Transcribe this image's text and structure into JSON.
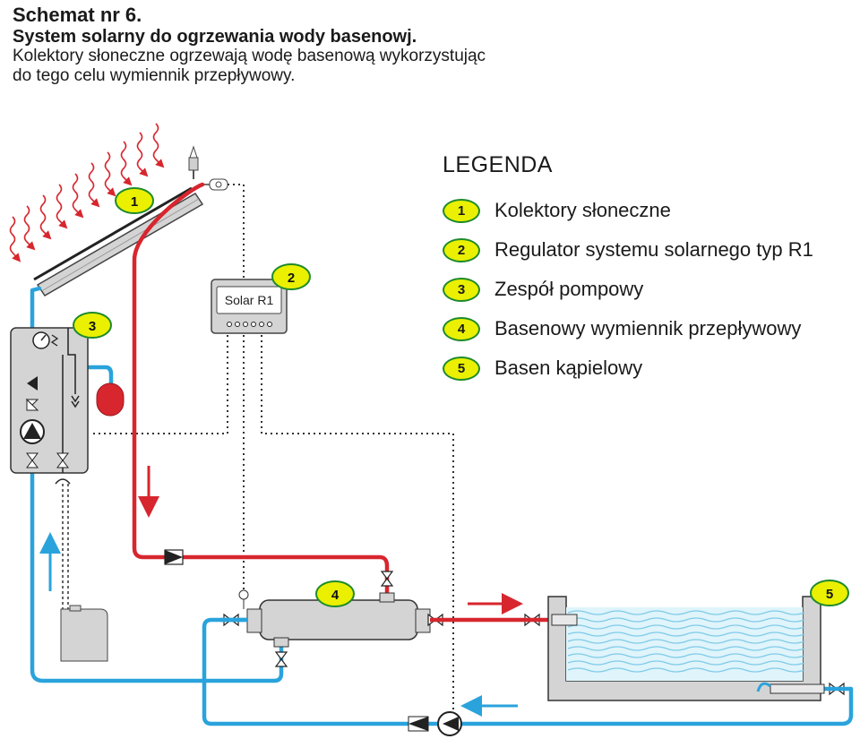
{
  "header": {
    "title": "Schemat nr 6.",
    "subtitle": "System solarny do ogrzewania wody basenowj.",
    "description_line1": "Kolektory słoneczne ogrzewają wodę basenową wykorzystując",
    "description_line2": "do tego celu wymiennik przepływowy."
  },
  "legend": {
    "title": "LEGENDA",
    "items": [
      {
        "number": "1",
        "label": "Kolektory słoneczne"
      },
      {
        "number": "2",
        "label": "Regulator systemu solarnego typ R1"
      },
      {
        "number": "3",
        "label": "Zespół pompowy"
      },
      {
        "number": "4",
        "label": "Basenowy wymiennik przepływowy"
      },
      {
        "number": "5",
        "label": "Basen kąpielowy"
      }
    ]
  },
  "diagram": {
    "controller_label": "Solar R1",
    "markers": [
      "1",
      "2",
      "3",
      "4",
      "5"
    ]
  },
  "colors": {
    "hot_pipe": "#d7262e",
    "cold_pipe": "#2aa3dc",
    "badge_fill": "#eaf000",
    "badge_border": "#1f8a2b",
    "equipment_gray": "#d0d0d0",
    "water": "#dff4fb"
  }
}
